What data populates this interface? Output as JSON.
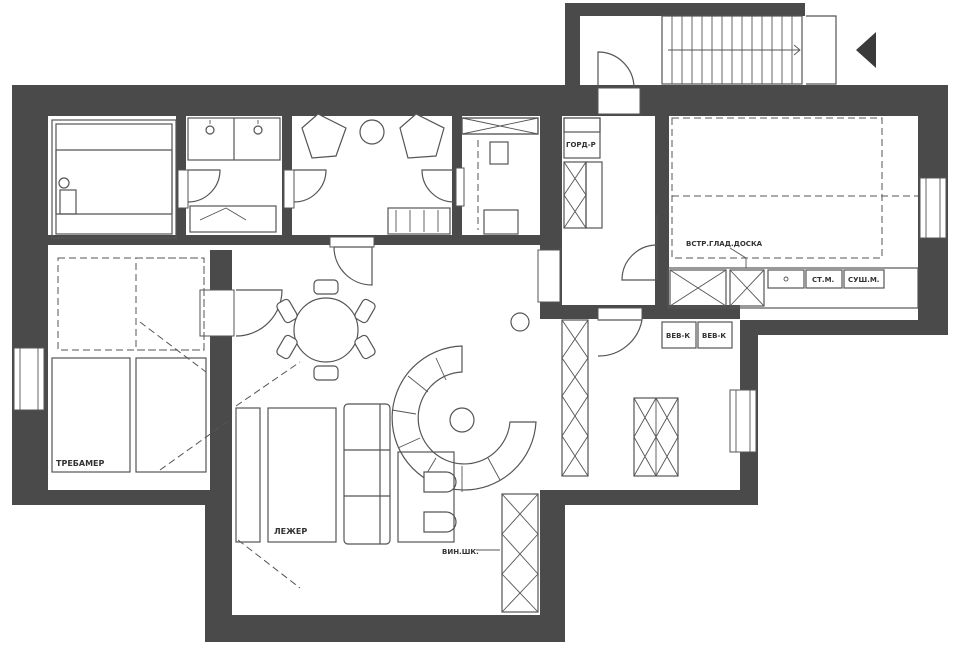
{
  "labels": {
    "bedroom": "ТРЕБАМЕР",
    "living": "ЛЕЖЕР",
    "wine_cooler": "ВИН.ШК.",
    "hallway_unit": "ГОРД-Р",
    "built_in_board": "ВСТР.ГЛАД.ДОСКА",
    "dryer": "СТ.М.",
    "washer": "СУШ.М.",
    "kitchen_unit_1": "ВЕВ-К",
    "kitchen_unit_2": "ВЕВ-К"
  },
  "colors": {
    "wall": "#4a4a4a",
    "line": "#555555",
    "background": "#ffffff"
  },
  "icons": {
    "entrance_arrow": "triangle-left"
  }
}
